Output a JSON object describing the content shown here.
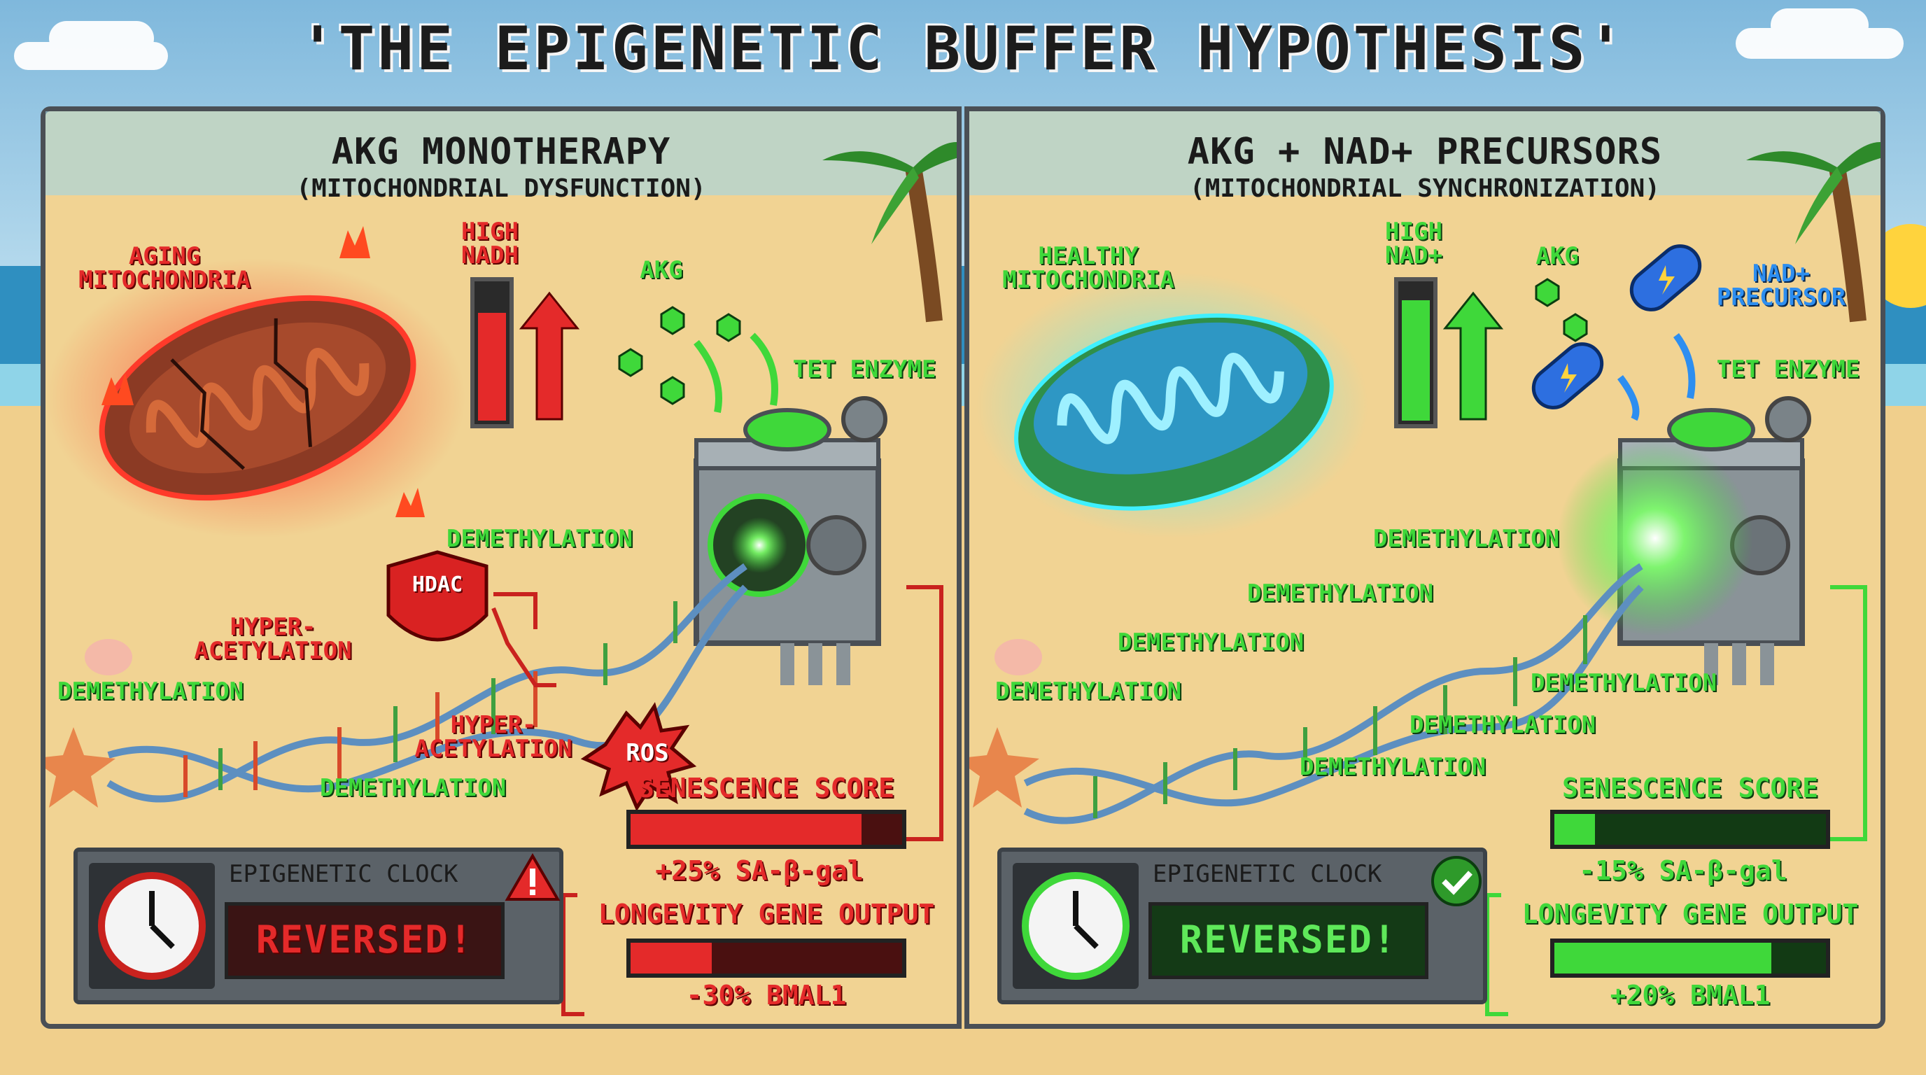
{
  "title": "'THE EPIGENETIC BUFFER HYPOTHESIS'",
  "left": {
    "heading": "AKG MONOTHERAPY",
    "subheading": "(MITOCHONDRIAL DYSFUNCTION)",
    "mito_label": "AGING\nMITOCHONDRIA",
    "cofactor_label": "HIGH\nNADH",
    "akg_label": "AKG",
    "enzyme_label": "TET ENZYME",
    "hdac_label": "HDAC",
    "ros_label": "ROS",
    "hyper1": "HYPER-\nACETYLATION",
    "hyper2": "HYPER-\nACETYLATION",
    "demeth": [
      "DEMETHYLATION",
      "DEMETHYLATION",
      "DEMETHYLATION"
    ],
    "senescence_title": "SENESCENCE SCORE",
    "senescence_value": "+25% SA-β-gal",
    "senescence_fill": 0.85,
    "longevity_title": "LONGEVITY GENE OUTPUT",
    "longevity_value": "-30% BMAL1",
    "longevity_fill": 0.3,
    "clock_label": "EPIGENETIC CLOCK",
    "clock_value": "REVERSED!"
  },
  "right": {
    "heading": "AKG + NAD+ PRECURSORS",
    "subheading": "(MITOCHONDRIAL SYNCHRONIZATION)",
    "mito_label": "HEALTHY\nMITOCHONDRIA",
    "cofactor_label": "HIGH\nNAD+",
    "akg_label": "AKG",
    "precursor_label": "NAD+\nPRECURSOR",
    "enzyme_label": "TET ENZYME",
    "demeth": [
      "DEMETHYLATION",
      "DEMETHYLATION",
      "DEMETHYLATION",
      "DEMETHYLATION",
      "DEMETHYLATION",
      "DEMETHYLATION",
      "DEMETHYLATION"
    ],
    "senescence_title": "SENESCENCE SCORE",
    "senescence_value": "-15% SA-β-gal",
    "senescence_fill": 0.15,
    "longevity_title": "LONGEVITY GENE OUTPUT",
    "longevity_value": "+20% BMAL1",
    "longevity_fill": 0.8,
    "clock_label": "EPIGENETIC CLOCK",
    "clock_value": "REVERSED!"
  },
  "colors": {
    "bad": "#e42a2a",
    "good": "#3fd83a",
    "nad": "#2d8ef0",
    "sand": "#f1d393"
  }
}
